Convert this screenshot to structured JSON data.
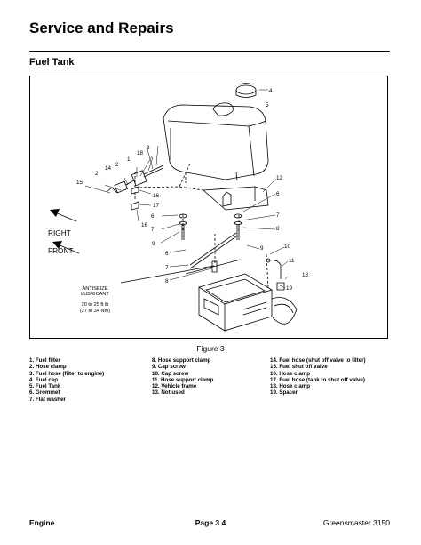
{
  "header": {
    "title": "Service and Repairs",
    "section": "Fuel Tank"
  },
  "figure": {
    "caption": "Figure 3",
    "callouts": {
      "c4": "4",
      "c5": "5",
      "c12": "12",
      "c6a": "6",
      "c7a": "7",
      "c8a": "8",
      "c9a": "9",
      "c10": "10",
      "c11": "11",
      "c18a": "18",
      "c19": "19",
      "c15": "15",
      "c2": "2",
      "c14": "14",
      "c2b": "2",
      "c1": "1",
      "c18b": "18",
      "c3": "3",
      "c16a": "16",
      "c17": "17",
      "c6b": "6",
      "c7b": "7",
      "c16b": "16",
      "c9b": "9",
      "c6c": "6",
      "c7c": "7",
      "c8b": "8"
    },
    "right_label": "RIGHT",
    "front_label": "FRONT",
    "antiseize_1": "ANTISEIZE",
    "antiseize_2": "LUBRICANT",
    "torque_1": "20 to 25 ft  lb",
    "torque_2": "(27 to 34 Nm)"
  },
  "legend": {
    "col1": [
      "1.   Fuel filter",
      "2.   Hose clamp",
      "3.   Fuel hose (filter to engine)",
      "4.   Fuel cap",
      "5.   Fuel Tank",
      "6.   Grommet",
      "7.   Flat washer"
    ],
    "col2": [
      "8.    Hose support clamp",
      "9.    Cap screw",
      "10.  Cap screw",
      "11.  Hose support clamp",
      "12.  Vehicle frame",
      "13.  Not used"
    ],
    "col3": [
      "14.  Fuel hose (shut  off valve to filter)",
      "15.  Fuel shut  off valve",
      "16.  Hose clamp",
      "17.  Fuel hose (tank to shut  off valve)",
      "18.  Hose clamp",
      "19.  Spacer"
    ]
  },
  "footer": {
    "left": "Engine",
    "center": "Page 3    4",
    "right": "Greensmaster 3150"
  }
}
